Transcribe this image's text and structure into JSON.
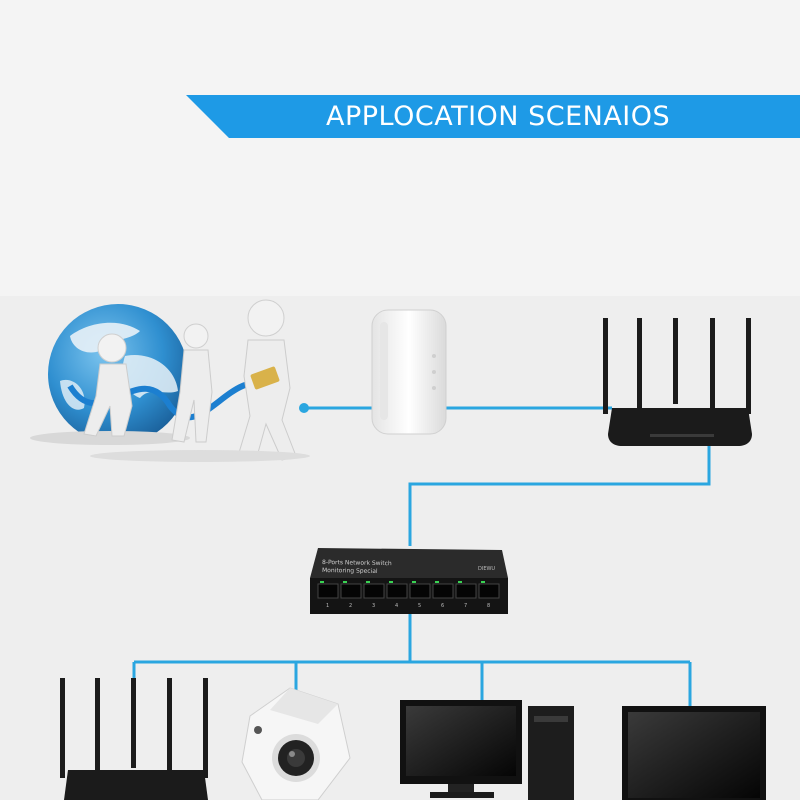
{
  "banner": {
    "title": "APPLOCATION SCENAIOS"
  },
  "colors": {
    "banner": "#1e9ae6",
    "line": "#2aa6e0",
    "device": "#1b1b1b",
    "globe": "#2f8fd0",
    "modem": "#fafafa",
    "figure": "#e9e9e9"
  },
  "switch": {
    "label_line1": "8-Ports Network Switch",
    "label_line2": "Monitoring Special",
    "brand": "DIEWU",
    "ports": [
      "1",
      "2",
      "3",
      "4",
      "5",
      "6",
      "7",
      "8"
    ]
  },
  "icons": [
    "globe-icon",
    "people-pulling-cable-icon",
    "modem-icon",
    "router-icon",
    "network-switch-icon",
    "fisheye-camera-icon",
    "desktop-computer-icon",
    "monitor-icon"
  ]
}
